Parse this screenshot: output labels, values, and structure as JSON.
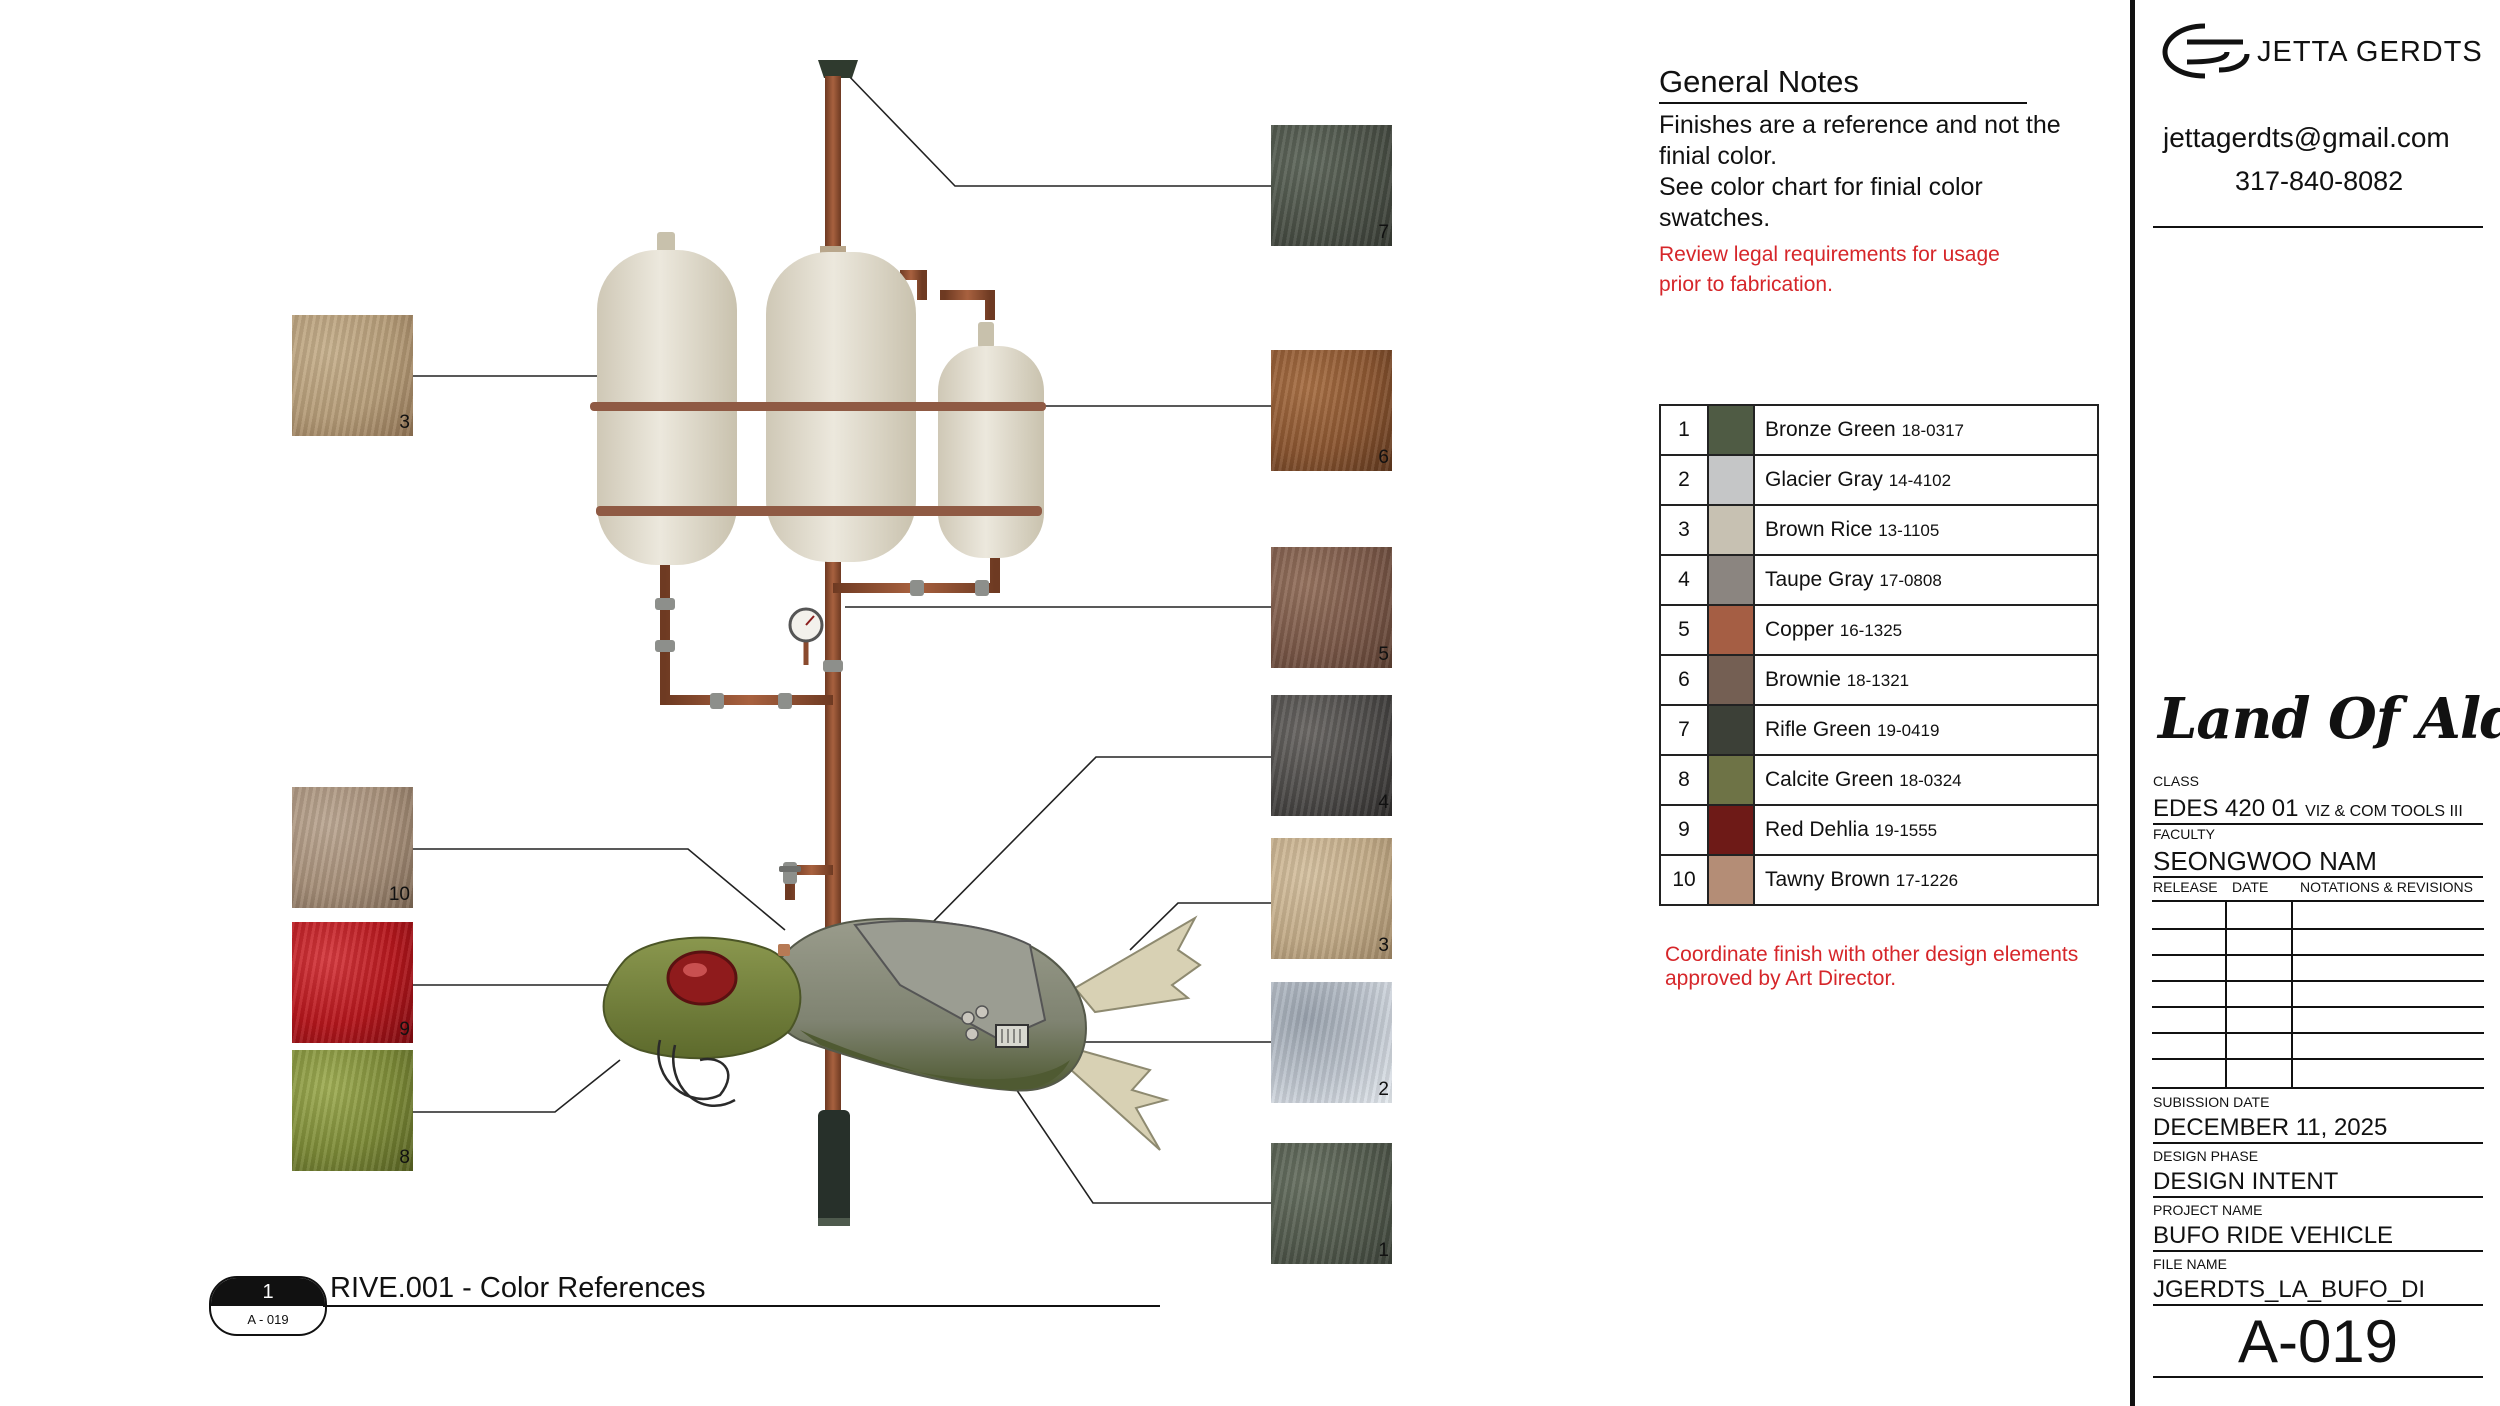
{
  "swatches": [
    {
      "id": "s-left-3",
      "num": "3",
      "colors": [
        "#b59c78",
        "#8e7152",
        "#c7b18e"
      ]
    },
    {
      "id": "s-left-10",
      "num": "10",
      "colors": [
        "#a68f79",
        "#7a6552",
        "#bca894"
      ]
    },
    {
      "id": "s-left-9",
      "num": "9",
      "colors": [
        "#b5161c",
        "#7d0b10",
        "#d63a3f"
      ]
    },
    {
      "id": "s-left-8",
      "num": "8",
      "colors": [
        "#7c8a37",
        "#555f22",
        "#a0ae55"
      ]
    },
    {
      "id": "s-right-7",
      "num": "7",
      "colors": [
        "#4b5147",
        "#363a33",
        "#616a5e"
      ]
    },
    {
      "id": "s-right-6",
      "num": "6",
      "colors": [
        "#8a5530",
        "#5c361d",
        "#a87045"
      ]
    },
    {
      "id": "s-right-5",
      "num": "5",
      "colors": [
        "#7a5848",
        "#5a3e31",
        "#96735f"
      ]
    },
    {
      "id": "s-right-4",
      "num": "4",
      "colors": [
        "#4c4a48",
        "#2e2c2b",
        "#6b6865"
      ]
    },
    {
      "id": "s-right-3",
      "num": "3",
      "colors": [
        "#c2ab88",
        "#9c8463",
        "#d6c2a2"
      ]
    },
    {
      "id": "s-right-2",
      "num": "2",
      "colors": [
        "#bfc6cf",
        "#e6ebf0",
        "#9aa3ae"
      ]
    },
    {
      "id": "s-right-1",
      "num": "1",
      "colors": [
        "#525a4d",
        "#3b4138",
        "#6a7364"
      ]
    }
  ],
  "general_notes": {
    "title": "General Notes",
    "line1": "Finishes are a reference and not the",
    "line2": "finial color.",
    "line3": "See color chart for finial color",
    "line4": "swatches.",
    "legal1": "Review legal requirements for usage",
    "legal2": "prior to fabrication."
  },
  "colors": [
    {
      "num": "1",
      "name": "Bronze Green",
      "code": "18-0317",
      "hex": "#4f5b44"
    },
    {
      "num": "2",
      "name": "Glacier Gray",
      "code": "14-4102",
      "hex": "#c5c6c7"
    },
    {
      "num": "3",
      "name": "Brown Rice",
      "code": "13-1105",
      "hex": "#c7c1b2"
    },
    {
      "num": "4",
      "name": "Taupe Gray",
      "code": "17-0808",
      "hex": "#8b8580"
    },
    {
      "num": "5",
      "name": "Copper",
      "code": "16-1325",
      "hex": "#a55e44"
    },
    {
      "num": "6",
      "name": "Brownie",
      "code": "18-1321",
      "hex": "#745f53"
    },
    {
      "num": "7",
      "name": "Rifle Green",
      "code": "19-0419",
      "hex": "#3c4037"
    },
    {
      "num": "8",
      "name": "Calcite Green",
      "code": "18-0324",
      "hex": "#6e7346"
    },
    {
      "num": "9",
      "name": "Red Dehlia",
      "code": "19-1555",
      "hex": "#6e1a17"
    },
    {
      "num": "10",
      "name": "Tawny Brown",
      "code": "17-1226",
      "hex": "#b48d76"
    }
  ],
  "coordinate_note": {
    "line1": "Coordinate finish with other design elements",
    "line2": "approved by Art Director."
  },
  "view": {
    "number": "1",
    "sheet": "A - 019",
    "title": "RIVE.001 - Color References"
  },
  "title_block": {
    "designer": "JETTA GERDTS",
    "email": "jettagerdts@gmail.com",
    "phone": "317-840-8082",
    "brand": "Land Of Aldara",
    "class_label": "CLASS",
    "class_value": "EDES 420 01",
    "class_sub": "VIZ & COM TOOLS III",
    "faculty_label": "FACULTY",
    "faculty_value": "SEONGWOO NAM",
    "release_label": "RELEASE",
    "date_label": "DATE",
    "notations_label": "NOTATIONS & REVISIONS",
    "submission_label": "SUBISSION DATE",
    "submission_value": "DECEMBER 11, 2025",
    "phase_label": "DESIGN PHASE",
    "phase_value": "DESIGN INTENT",
    "project_label": "PROJECT NAME",
    "project_value": "BUFO RIDE VEHICLE",
    "file_label": "FILE NAME",
    "file_value": "JGERDTS_LA_BUFO_DI",
    "sheet_number": "A-019"
  },
  "palette": {
    "pipe": "#8a4a2e",
    "tank": "#e4dfd2",
    "strap": "#8f5a44",
    "body_green": "#6e7a3c",
    "body_gray": "#8c8f80",
    "fin": "#d8d1b4",
    "accent_red": "#d6262a"
  }
}
